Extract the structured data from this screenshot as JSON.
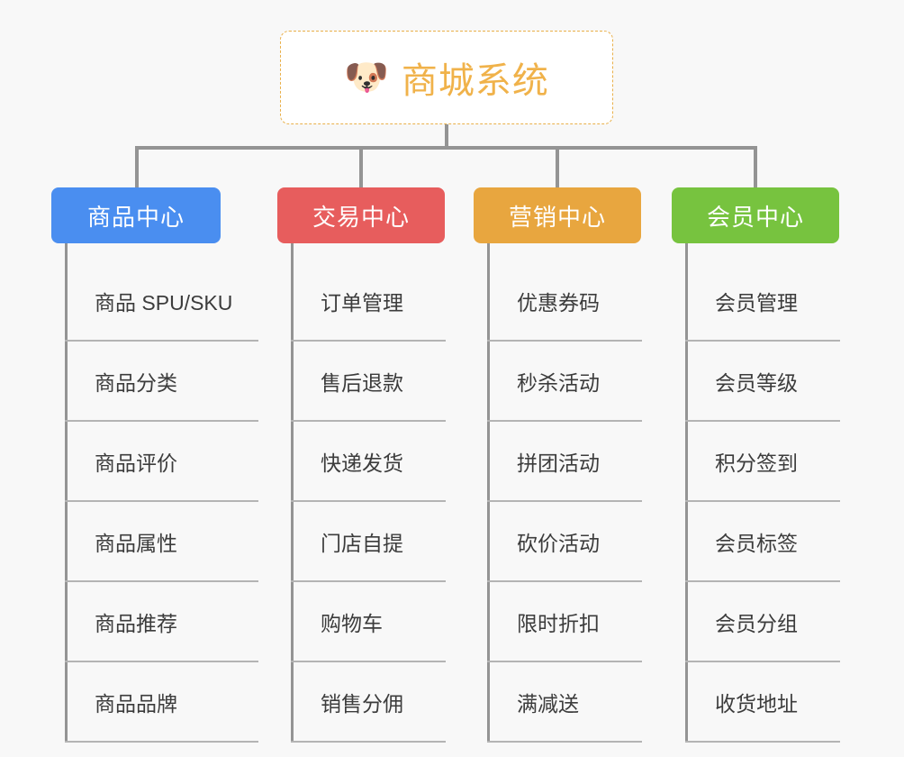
{
  "page": {
    "background_color": "#f8f8f8"
  },
  "root": {
    "icon": "shiba-dog-face-emoji",
    "emoji": "🐶",
    "title": "商城系统",
    "text_color": "#f0b24a",
    "border_color": "#e9b04a",
    "background_color": "#ffffff"
  },
  "connector": {
    "color": "#949494"
  },
  "columns": [
    {
      "header": "商品中心",
      "color": "#4a8ef0",
      "items": [
        "商品 SPU/SKU",
        "商品分类",
        "商品评价",
        "商品属性",
        "商品推荐",
        "商品品牌"
      ]
    },
    {
      "header": "交易中心",
      "color": "#e75d5d",
      "items": [
        "订单管理",
        "售后退款",
        "快递发货",
        "门店自提",
        "购物车",
        "销售分佣"
      ]
    },
    {
      "header": "营销中心",
      "color": "#e8a63f",
      "items": [
        "优惠券码",
        "秒杀活动",
        "拼团活动",
        "砍价活动",
        "限时折扣",
        "满减送"
      ]
    },
    {
      "header": "会员中心",
      "color": "#77c33f",
      "items": [
        "会员管理",
        "会员等级",
        "积分签到",
        "会员标签",
        "会员分组",
        "收货地址"
      ]
    }
  ]
}
